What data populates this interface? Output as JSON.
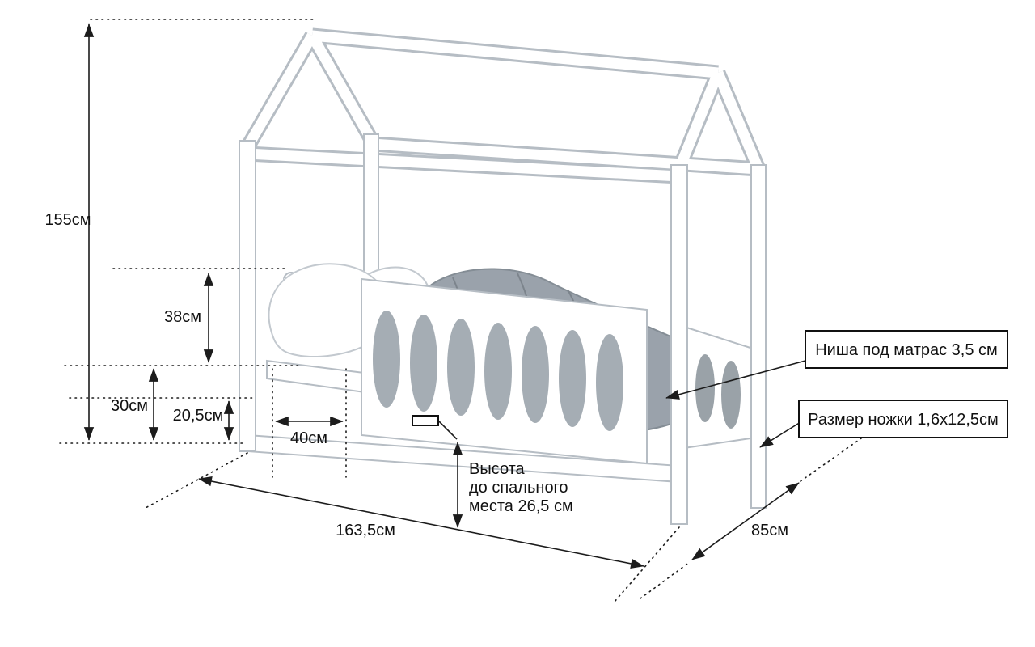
{
  "diagram": {
    "subject": "house-bed-dimension-drawing",
    "dimensions": {
      "total_height": "155см",
      "rail_height": "38см",
      "base_height": "30см",
      "under_bed_clearance": "20,5см",
      "head_section_width": "40см",
      "bed_length": "163,5см",
      "bed_depth": "85см"
    },
    "sleep_height": {
      "line1": "Высота",
      "line2": "до спального",
      "line3": "места 26,5 см"
    },
    "callouts": {
      "mattress_niche": "Ниша под матрас 3,5 см",
      "leg_size": "Размер ножки 1,6х12,5см"
    },
    "colors": {
      "background": "#ffffff",
      "frame_outline": "#b6bdc4",
      "blanket": "#9aa2ab",
      "blanket_fold": "#7c848c",
      "dimension_line": "#1c1c1c",
      "text": "#111111"
    }
  }
}
